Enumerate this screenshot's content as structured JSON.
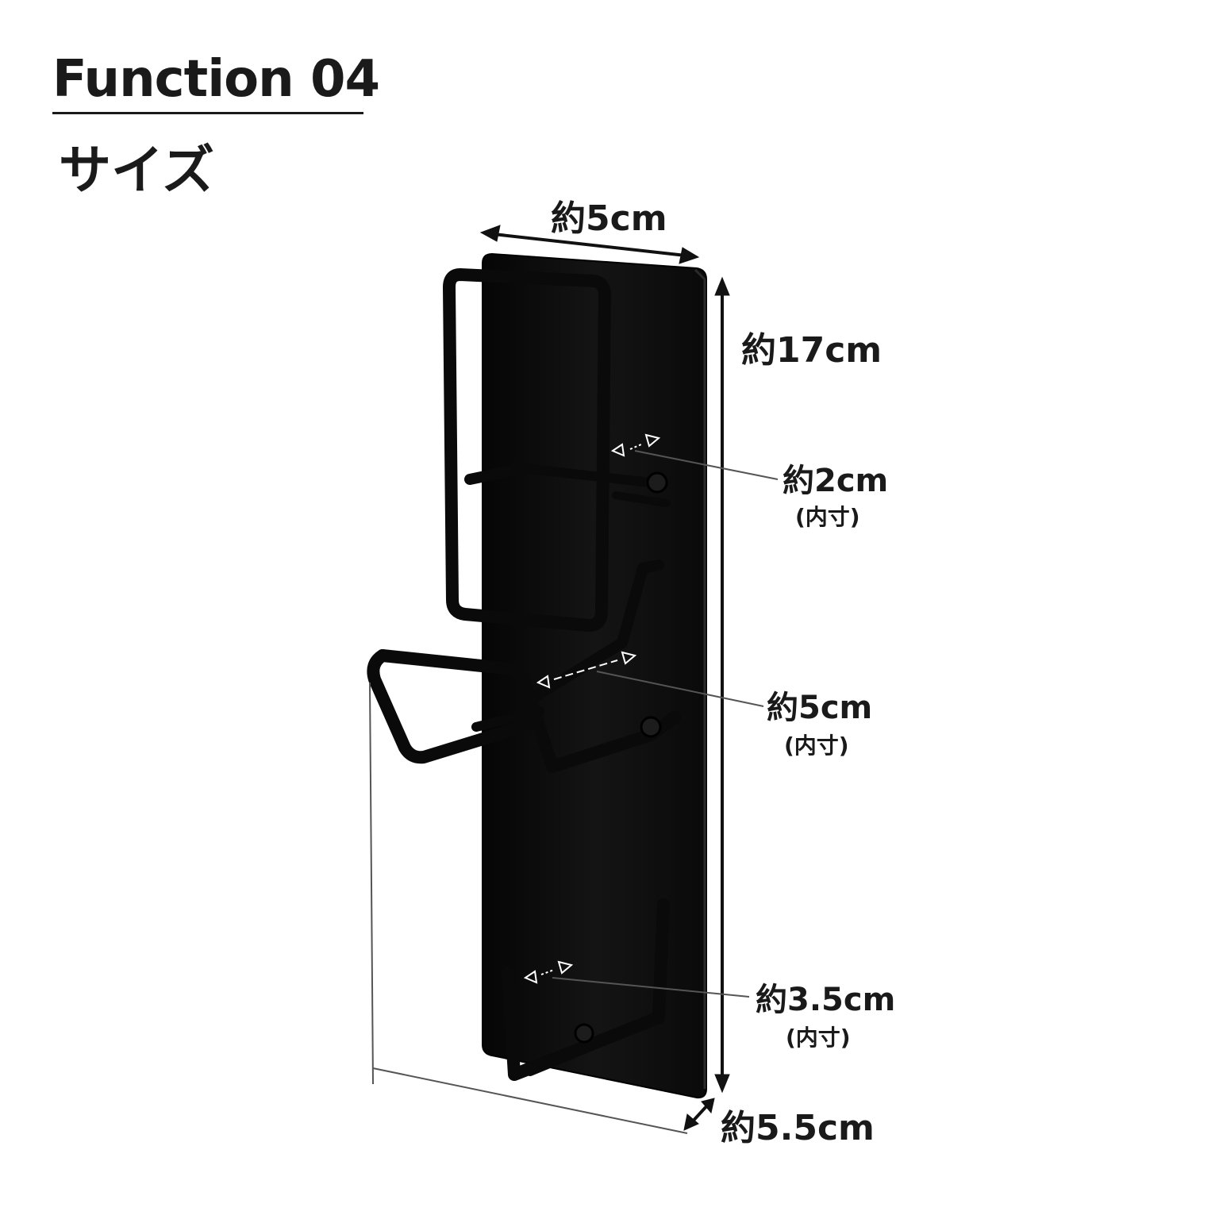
{
  "heading": "Function 04",
  "subheading": "サイズ",
  "dimensions": {
    "width": "約5cm",
    "height": "約17cm",
    "depth": "約5.5cm",
    "slot_top": {
      "value": "約2cm",
      "note": "(内寸)"
    },
    "slot_middle": {
      "value": "約5cm",
      "note": "(内寸)"
    },
    "slot_bottom": {
      "value": "約3.5cm",
      "note": "(内寸)"
    }
  },
  "colors": {
    "product": "#0a0a0a",
    "text": "#1a1a1a",
    "leader": "#555555"
  }
}
